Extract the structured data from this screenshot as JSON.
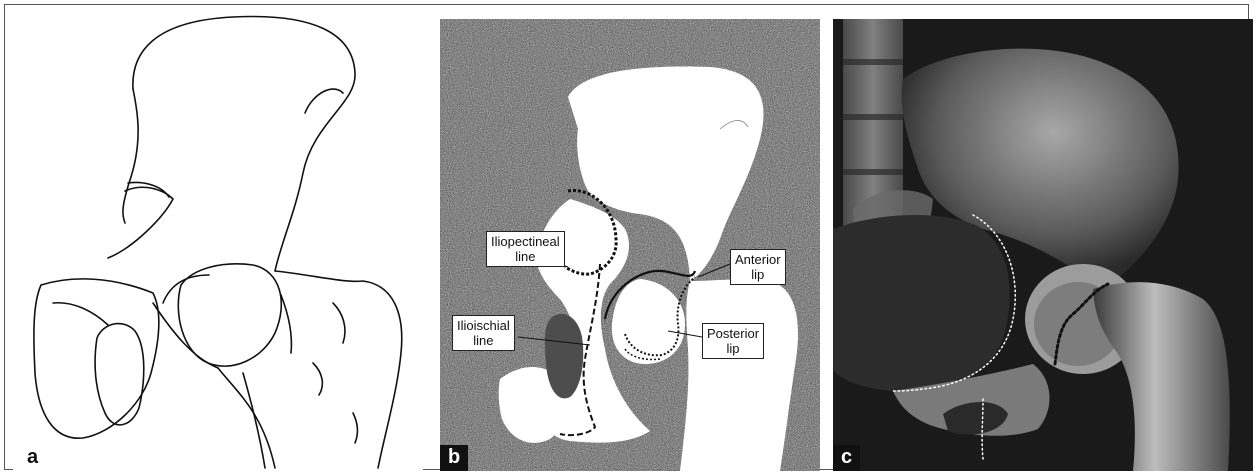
{
  "panels": {
    "a": {
      "letter": "a"
    },
    "b": {
      "letter": "b",
      "labels": {
        "iliopectineal": "Iliopectineal\nline",
        "ilioischial": "Ilioischial\nline",
        "anterior_lip": "Anterior\nlip",
        "posterior_lip": "Posterior\nlip"
      }
    },
    "c": {
      "letter": "c"
    }
  },
  "colors": {
    "line_art": "#111111",
    "noise_background": "#555555",
    "bone_white": "#ffffff",
    "xray_dark": "#1a1a1a",
    "xray_bone": "#bdbdbd"
  }
}
